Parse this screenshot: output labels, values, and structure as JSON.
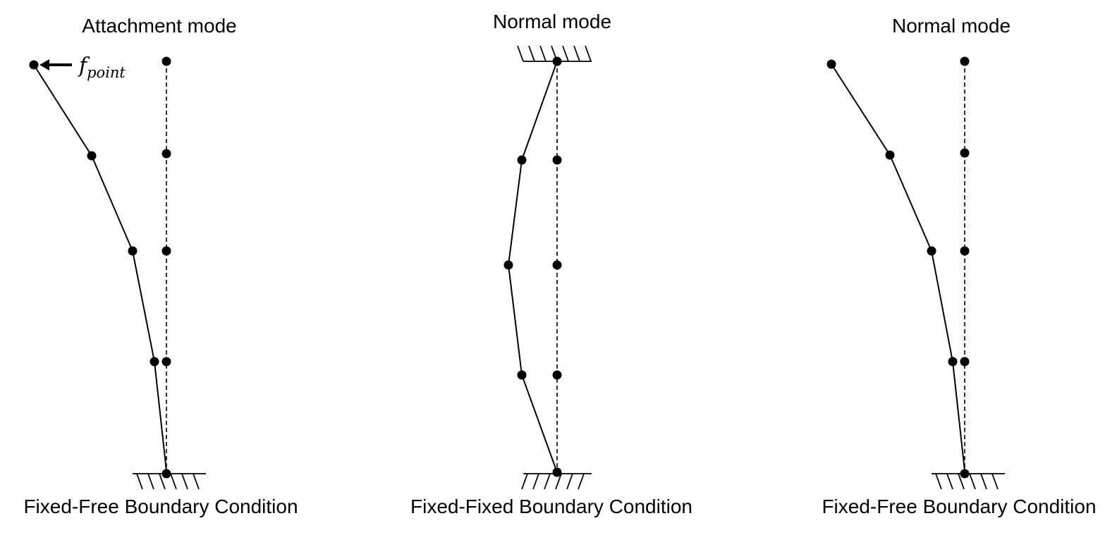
{
  "panels": [
    {
      "id": "attachment",
      "title": "Attachment mode",
      "caption": "Fixed-Free Boundary Condition",
      "force": {
        "symbol": "f",
        "subscript": "point"
      }
    },
    {
      "id": "normal-fixed-fixed",
      "title": "Normal mode",
      "caption": "Fixed-Fixed Boundary Condition"
    },
    {
      "id": "normal-fixed-free",
      "title": "Normal mode",
      "caption": "Fixed-Free Boundary Condition"
    }
  ],
  "colors": {
    "stroke": "#000000",
    "background": "#ffffff"
  }
}
